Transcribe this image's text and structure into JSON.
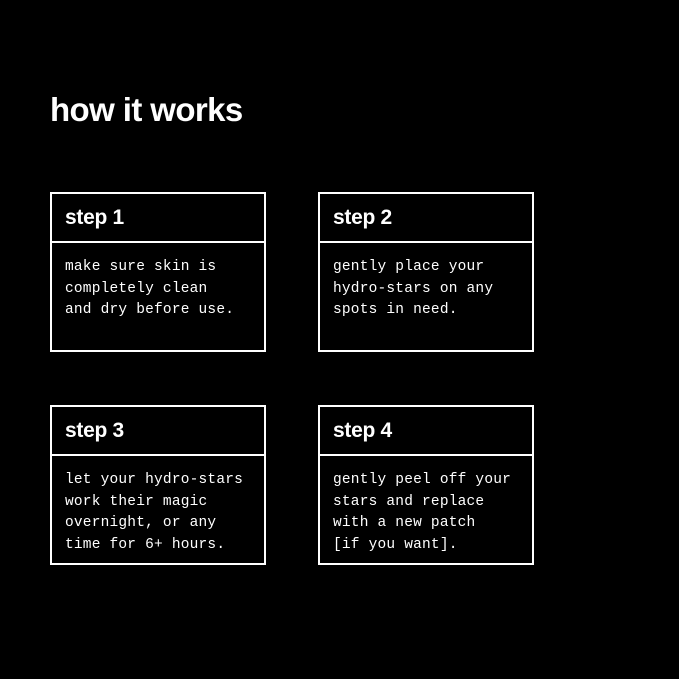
{
  "theme": {
    "background": "#000000",
    "foreground": "#ffffff",
    "border": "#ffffff"
  },
  "header": {
    "title": "how it works"
  },
  "steps": [
    {
      "title": "step 1",
      "body": "make sure skin is\ncompletely clean\nand dry before use.",
      "lines": [
        "make sure skin is",
        "completely clean",
        "and dry before use."
      ]
    },
    {
      "title": "step 2",
      "body": "gently place your\nhydro-stars on any\nspots in need.",
      "lines": [
        "gently place your",
        "hydro-stars on any",
        "spots in need."
      ]
    },
    {
      "title": "step 3",
      "body": "let your hydro-stars\nwork their magic\novernight, or any\ntime for 6+ hours.",
      "lines": [
        "let your hydro-stars",
        "work their magic",
        "overnight, or any",
        "time for 6+ hours."
      ]
    },
    {
      "title": "step 4",
      "body": "gently peel off your\nstars and replace\nwith a new patch\n[if you want].",
      "lines": [
        "gently peel off your",
        "stars and replace",
        "with a new patch",
        "[if you want]."
      ]
    }
  ]
}
